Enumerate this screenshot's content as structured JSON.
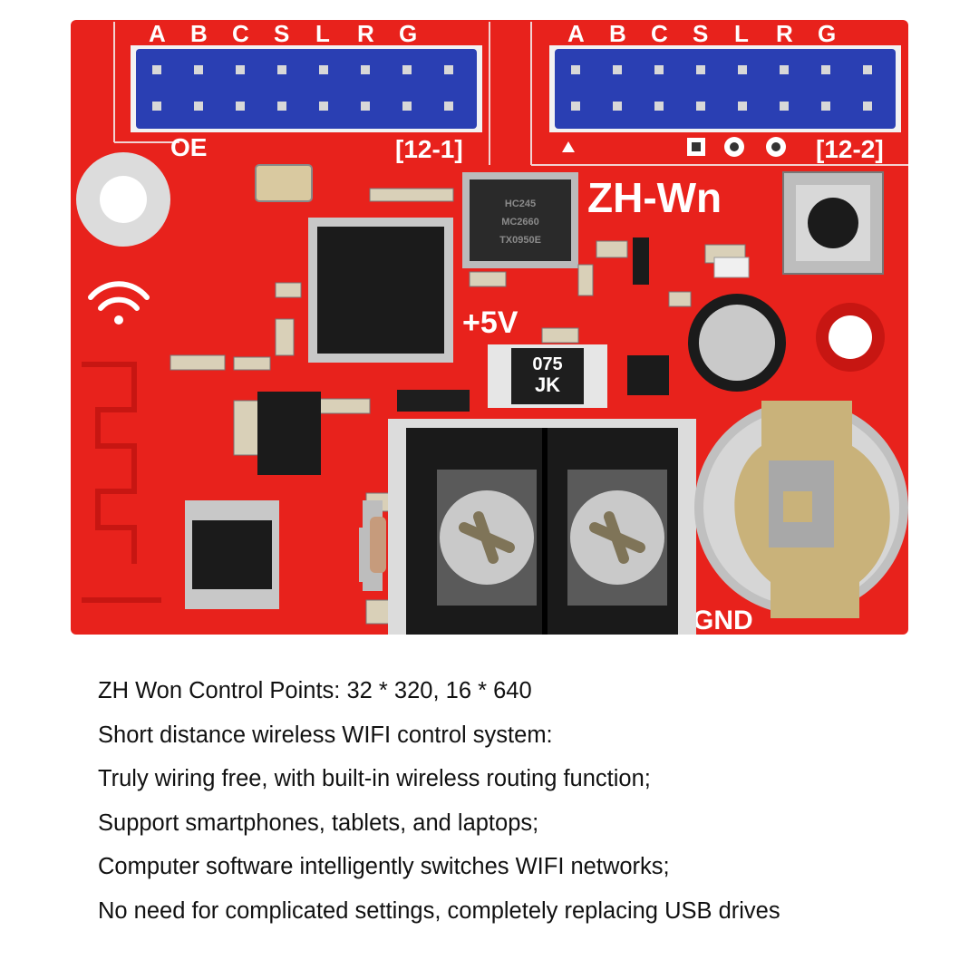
{
  "board": {
    "header_labels": [
      "A",
      "B",
      "C",
      "S",
      "L",
      "R",
      "G"
    ],
    "left_header_bottom_label": "OE",
    "left_header_id": "[12-1]",
    "right_header_id": "[12-2]",
    "model_label": "ZH-Wn",
    "power_label": "+5V",
    "ground_label": "GND",
    "chip_top_markings": [
      "HC245",
      "MC2660",
      "TX0950E"
    ],
    "resistor_markings": [
      "JK",
      "075"
    ],
    "colors": {
      "pcb": "#e8221c",
      "pcb_shadow": "#c71612",
      "header_pins": "#2a3fb3",
      "header_frame": "#f2f2f2",
      "chip": "#1b1b1b",
      "terminal": "#1a1a1a",
      "metal": "#c9c9c9",
      "battery": "#c9b27a"
    }
  },
  "description": [
    "ZH Won Control Points: 32 * 320, 16 * 640",
    "Short distance wireless WIFI control system:",
    "Truly wiring free, with built-in wireless routing function;",
    "Support smartphones, tablets, and laptops;",
    "Computer software intelligently switches WIFI networks;",
    "No need for complicated settings, completely replacing USB drives"
  ]
}
